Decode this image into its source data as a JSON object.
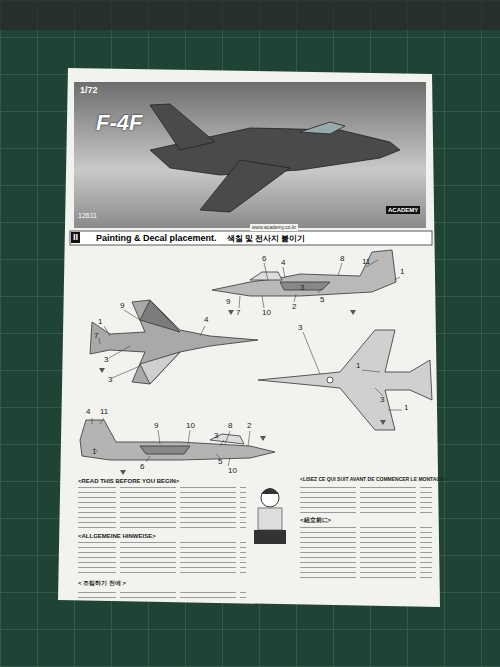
{
  "diagram": {
    "title": "F-4F",
    "nodes": [
      {
        "text": [
          "Painting & Decal placement.",
          "색칠 및 전사지 붙이기"
        ]
      }
    ],
    "labels": [
      "1/72",
      "ACADEMY",
      "12611",
      "www.academy.co.kr",
      "II",
      "<READ THIS BEFORE YOU BEGIN>",
      "<ALLGEMEINE HINWEISE>",
      "< 조립하기 전에 >",
      "<LISEZ CE QUI SUIT AVANT DE COMMENCER LE MONTAGE>",
      "<組立前に>",
      "6",
      "4",
      "8",
      "11",
      "1",
      "5",
      "2",
      "3",
      "10",
      "7",
      "9",
      "9",
      "4",
      "1",
      "7",
      "3",
      "3",
      "1",
      "3",
      "3",
      "1",
      "4",
      "11",
      "9",
      "10",
      "8",
      "3",
      "2",
      "6",
      "5",
      "10",
      "1"
    ]
  }
}
